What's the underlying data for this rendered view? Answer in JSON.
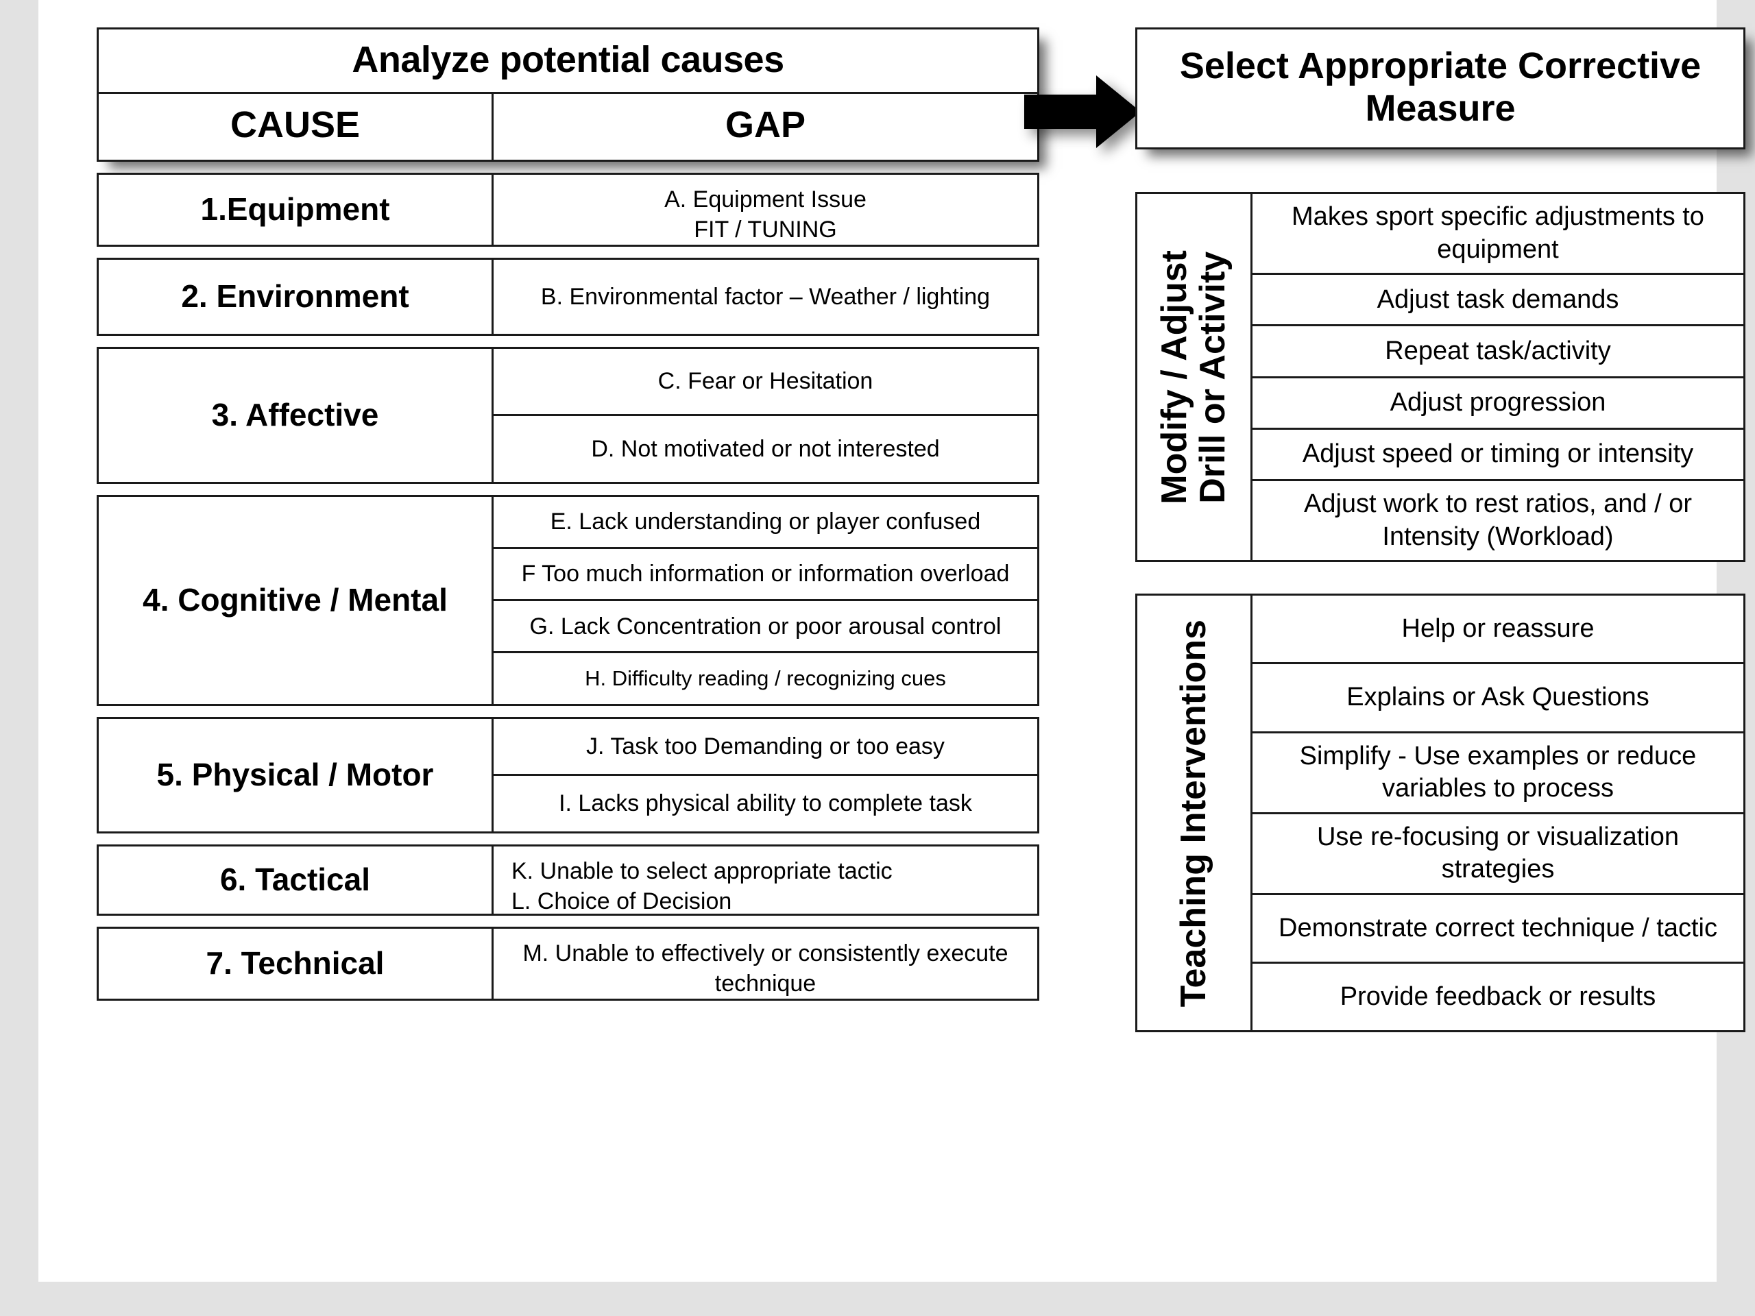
{
  "left_section": {
    "title": "Analyze potential causes",
    "columns": {
      "cause": "CAUSE",
      "gap": "GAP"
    },
    "rows": [
      {
        "cause": "1.Equipment",
        "gaps": [
          "A. Equipment Issue\nFIT / TUNING"
        ]
      },
      {
        "cause": "2. Environment",
        "gaps": [
          "B. Environmental factor – Weather / lighting"
        ]
      },
      {
        "cause": "3. Affective",
        "gaps": [
          "C. Fear or Hesitation",
          "D. Not motivated  or not interested"
        ]
      },
      {
        "cause": "4. Cognitive / Mental",
        "gaps": [
          "E. Lack understanding or player confused",
          "F Too much information or information overload",
          "G. Lack Concentration or poor arousal control",
          "H. Difficulty reading / recognizing cues"
        ]
      },
      {
        "cause": "5. Physical / Motor",
        "gaps": [
          "J. Task too Demanding or too easy",
          "I.  Lacks  physical ability to complete task"
        ]
      },
      {
        "cause": "6. Tactical",
        "gaps": [
          "K. Unable to select appropriate tactic\nL.  Choice of Decision"
        ]
      },
      {
        "cause": "7. Technical",
        "gaps": [
          "M. Unable to effectively or consistently execute technique"
        ]
      }
    ]
  },
  "arrow": {
    "name": "right-arrow"
  },
  "right_section": {
    "title": "Select Appropriate Corrective Measure",
    "panels": [
      {
        "label": "Modify / Adjust\nDrill or Activity",
        "items": [
          "Makes sport specific adjustments to equipment",
          "Adjust task demands",
          "Repeat task/activity",
          "Adjust progression",
          "Adjust speed or timing or intensity",
          "Adjust work to rest ratios, and / or Intensity (Workload)"
        ]
      },
      {
        "label": "Teaching Interventions",
        "items": [
          "Help or reassure",
          "Explains or Ask Questions",
          "Simplify - Use examples or reduce variables to process",
          "Use re-focusing or visualization strategies",
          "Demonstrate correct technique  / tactic",
          "Provide feedback or results"
        ]
      }
    ]
  },
  "colors": {
    "border": "#1a1a1a",
    "canvas": "#ffffff",
    "backdrop": "#e2e2e2"
  }
}
